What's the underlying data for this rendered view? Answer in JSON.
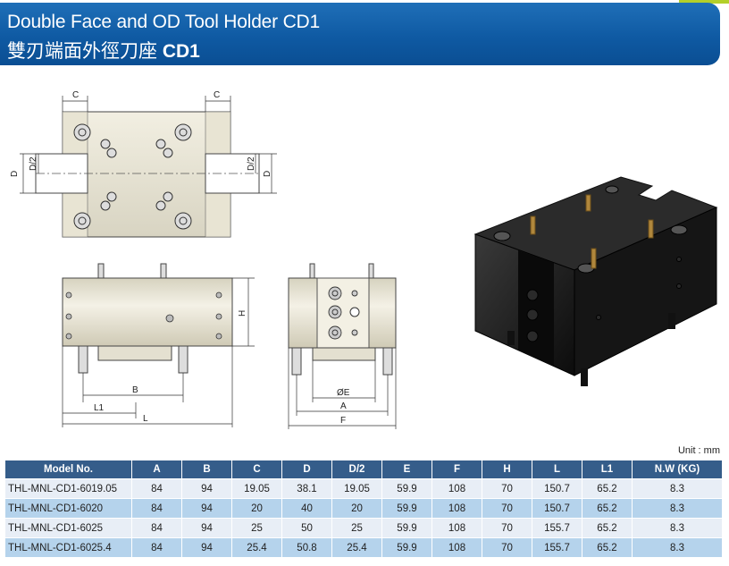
{
  "header": {
    "title_en": "Double Face and OD Tool Holder CD1",
    "title_cn": "雙刃端面外徑刀座",
    "title_model": "CD1"
  },
  "drawing_labels": {
    "top": {
      "c_left": "C",
      "c_right": "C",
      "d": "D",
      "d2_left": "D/2",
      "d2_right": "D/2"
    },
    "front": {
      "h": "H",
      "b": "B",
      "l1": "L1",
      "l": "L"
    },
    "side": {
      "phi_e": "ØE",
      "a": "A",
      "f": "F"
    }
  },
  "unit_note": "Unit : mm",
  "table": {
    "headers": [
      "Model No.",
      "A",
      "B",
      "C",
      "D",
      "D/2",
      "E",
      "F",
      "H",
      "L",
      "L1",
      "N.W (KG)"
    ],
    "rows": [
      [
        "THL-MNL-CD1-6019.05",
        "84",
        "94",
        "19.05",
        "38.1",
        "19.05",
        "59.9",
        "108",
        "70",
        "150.7",
        "65.2",
        "8.3"
      ],
      [
        "THL-MNL-CD1-6020",
        "84",
        "94",
        "20",
        "40",
        "20",
        "59.9",
        "108",
        "70",
        "150.7",
        "65.2",
        "8.3"
      ],
      [
        "THL-MNL-CD1-6025",
        "84",
        "94",
        "25",
        "50",
        "25",
        "59.9",
        "108",
        "70",
        "155.7",
        "65.2",
        "8.3"
      ],
      [
        "THL-MNL-CD1-6025.4",
        "84",
        "94",
        "25.4",
        "50.8",
        "25.4",
        "59.9",
        "108",
        "70",
        "155.7",
        "65.2",
        "8.3"
      ]
    ]
  },
  "colors": {
    "banner": "#0f5aa3",
    "table_header": "#355d8a",
    "row_light": "#e8eef6",
    "row_dark": "#b5d3ec",
    "accent_line": "#b3cf2a"
  }
}
